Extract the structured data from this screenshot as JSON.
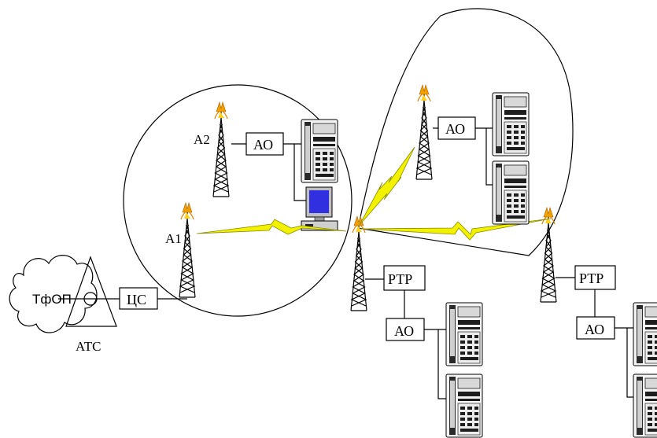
{
  "labels": {
    "pstn": "ТфОП",
    "exchange": "АТС",
    "central_station": "ЦС",
    "a1": "А1",
    "a2": "А2",
    "ao": "АО",
    "rtr": "РТР"
  },
  "colors": {
    "radio_link": "#f2f200",
    "antenna_flame": "#f0a000",
    "monitor_screen": "#3030e0"
  },
  "icons": [
    "cloud-icon",
    "triangle-exchange-icon",
    "antenna-tower-icon",
    "desk-phone-icon",
    "computer-icon",
    "lightning-link-icon"
  ]
}
